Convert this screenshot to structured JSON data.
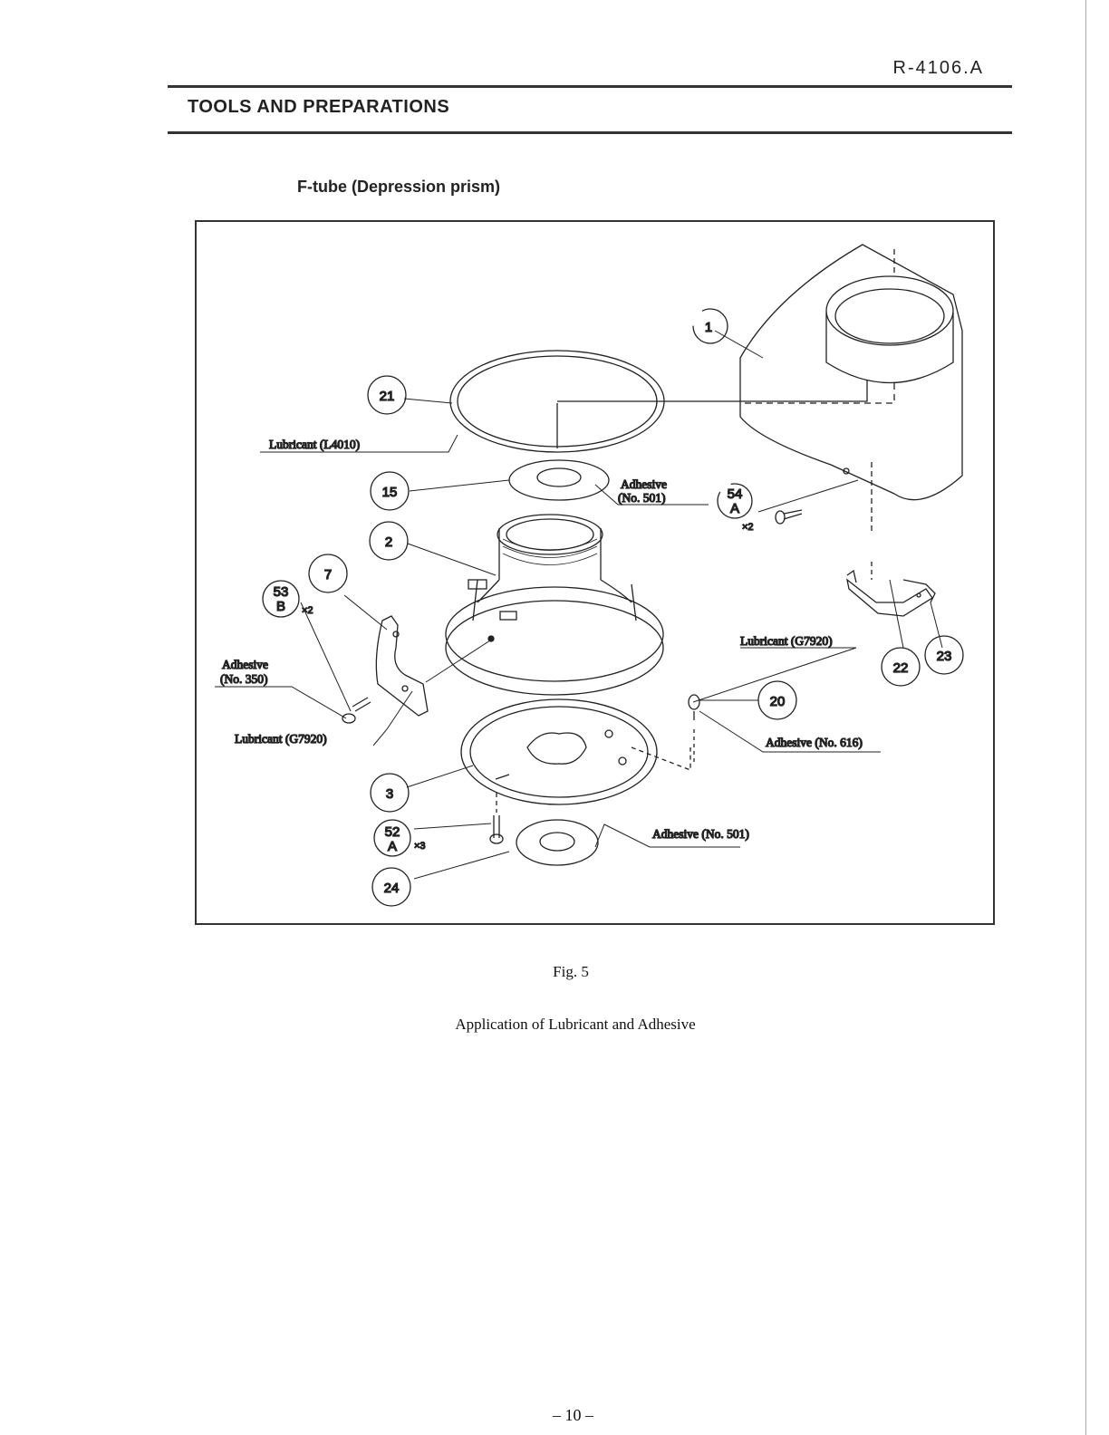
{
  "header": {
    "doc_code": "R-4106.A",
    "section_title": "TOOLS AND PREPARATIONS"
  },
  "figure": {
    "heading": "F-tube (Depression prism)",
    "caption": "Fig. 5",
    "description": "Application of Lubricant and Adhesive",
    "callouts": {
      "c1": "1",
      "c21": "21",
      "c15": "15",
      "c2": "2",
      "c7": "7",
      "c53": "53",
      "c53_sub": "B",
      "c53_qty": "×2",
      "c54": "54",
      "c54_sub": "A",
      "c54_qty": "×2",
      "c3": "3",
      "c52": "52",
      "c52_sub": "A",
      "c52_qty": "×3",
      "c24": "24",
      "c20": "20",
      "c22": "22",
      "c23": "23"
    },
    "labels": {
      "lubricant_l4010": "Lubricant (L4010)",
      "adhesive_501_top_line1": "Adhesive",
      "adhesive_501_top_line2": "(No. 501)",
      "adhesive_350_line1": "Adhesive",
      "adhesive_350_line2": "(No. 350)",
      "lubricant_g7920_left": "Lubricant (G7920)",
      "lubricant_g7920_right": "Lubricant (G7920)",
      "adhesive_616": "Adhesive (No. 616)",
      "adhesive_501_bottom": "Adhesive (No. 501)"
    }
  },
  "footer": {
    "page_number": "– 10 –"
  }
}
